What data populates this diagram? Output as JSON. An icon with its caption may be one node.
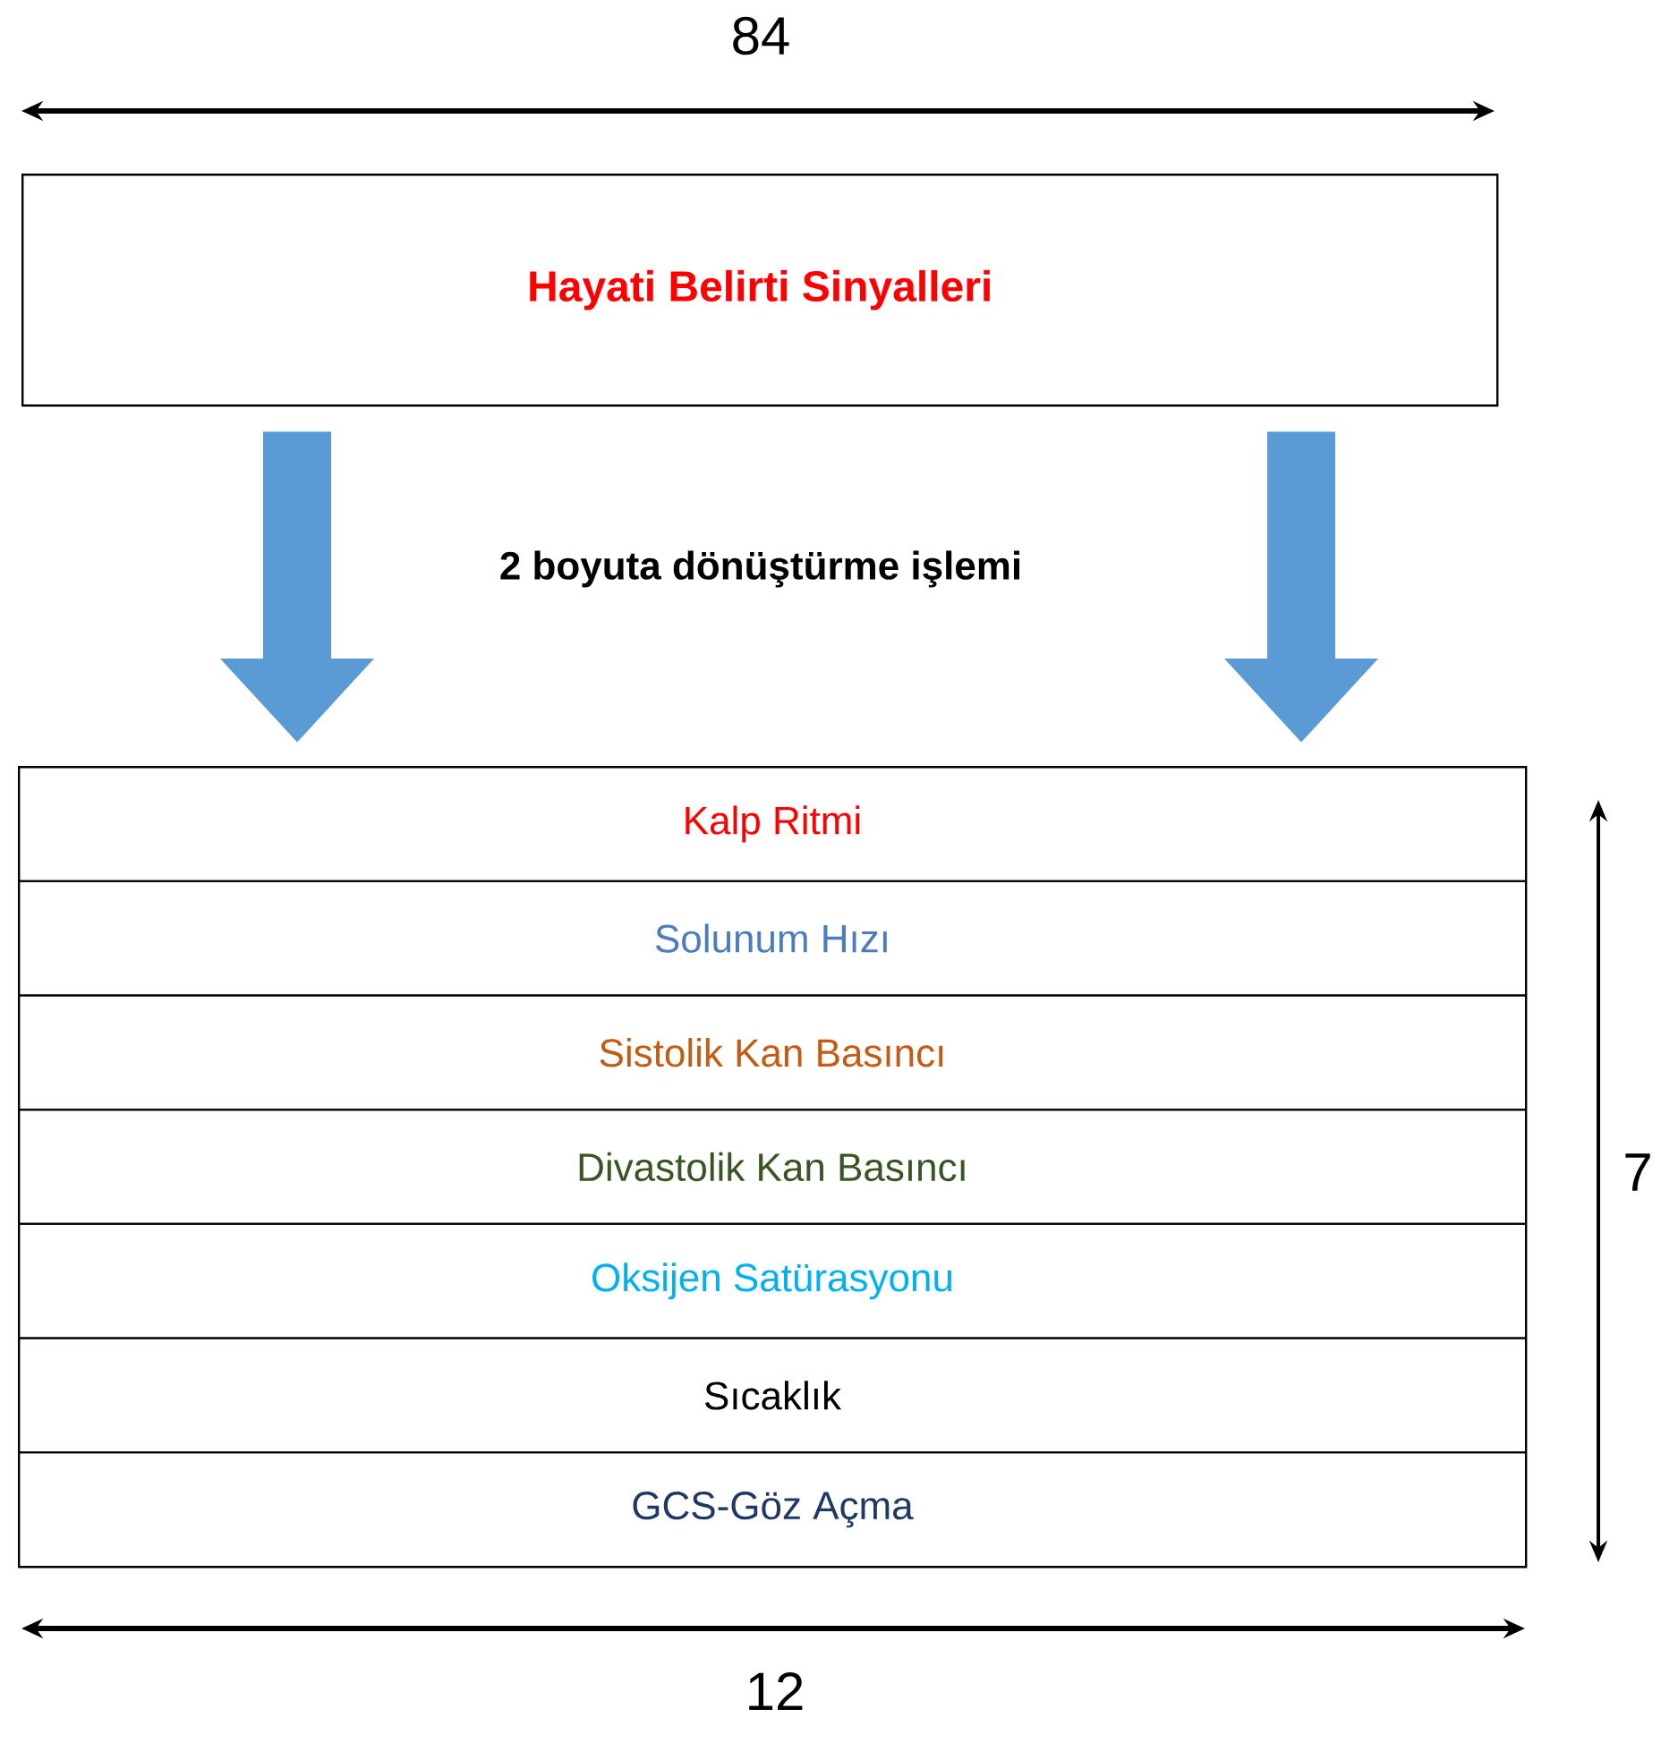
{
  "diagram": {
    "nodes": [
      {
        "text": [
          "Hayati Belirti Sinyalleri"
        ]
      },
      {
        "text": [],
        "shape": "box"
      },
      {
        "text": [
          "Kalp Ritmi"
        ],
        "in": 1
      },
      {
        "text": [
          "Solunum Hızı"
        ],
        "in": 1
      },
      {
        "text": [
          "Sistolik Kan Basıncı"
        ],
        "in": 1
      },
      {
        "text": [
          "Divastolik Kan Basıncı"
        ],
        "in": 1
      },
      {
        "text": [
          "Oksijen Satürasyonu"
        ],
        "in": 1
      },
      {
        "text": [
          "Sıcaklık"
        ],
        "in": 1
      },
      {
        "text": [
          "GCS-Göz Açma"
        ],
        "in": 1
      }
    ],
    "edges": [
      {
        "from": 0,
        "to": 1,
        "arrow": "to"
      },
      {
        "from": 0,
        "to": 1,
        "arrow": "to"
      }
    ],
    "labels": [
      "84",
      "2 boyuta dönüştürme işlemi",
      "7",
      "12"
    ]
  }
}
